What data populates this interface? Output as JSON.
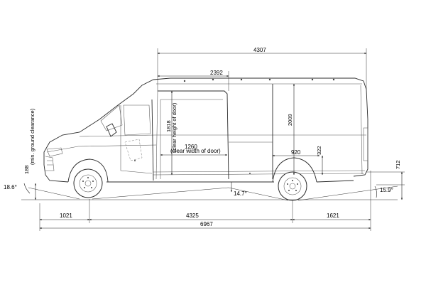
{
  "dimensions": {
    "cargo_length": "4307",
    "side_door_offset": "2392",
    "cargo_height": "2009",
    "door_height": "1818",
    "door_height_note": "(clear height of door)",
    "door_width": "1260",
    "door_width_note": "(clear width of door)",
    "wheel_arch_width": "920",
    "wheel_arch_height": "322",
    "loading_height": "712",
    "ground_clearance": "188",
    "ground_clearance_note": "(min. ground clearance)",
    "approach_angle": "18.6°",
    "ramp_angle": "14.7°",
    "departure_angle": "15.9°",
    "front_overhang": "1021",
    "wheelbase": "4325",
    "rear_overhang": "1621",
    "overall_length": "6967"
  }
}
